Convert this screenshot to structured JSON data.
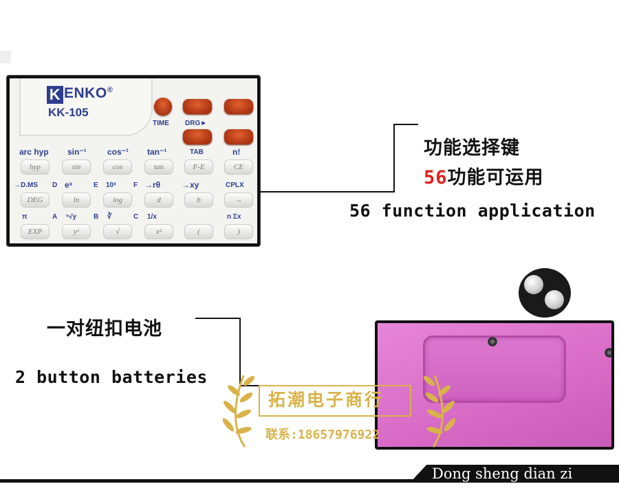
{
  "calculator": {
    "brand_letters": "ENKO",
    "brand_k": "K",
    "brand_reg": "®",
    "model": "KK-105",
    "orange_labels": {
      "time": "TIME",
      "drg": "DRG►"
    },
    "rows": [
      {
        "labels": [
          "arc hyp",
          "sin⁻¹",
          "cos⁻¹",
          "tan⁻¹",
          "TAB",
          "n!"
        ],
        "keys": [
          "hyp",
          "sin",
          "cos",
          "tan",
          "F-E",
          "CE"
        ]
      },
      {
        "labels": [
          "→D.MS",
          "D",
          "eˣ",
          "E",
          "10ˣ",
          "F",
          "→rθ",
          "→xy",
          "CPLX"
        ],
        "keys": [
          "DEG",
          "ln",
          "log",
          "d",
          "b",
          "→"
        ]
      },
      {
        "labels": [
          "π",
          "A",
          "ⁿ√y",
          "B",
          "∛",
          "C",
          "1/x",
          "",
          "n Σx"
        ],
        "keys": [
          "EXP",
          "yˣ",
          "√",
          "x²",
          "(",
          ")"
        ]
      }
    ]
  },
  "callout_top": {
    "title_line1": "功能选择键",
    "title_line2_number": "56",
    "title_line2_text": "功能可运用",
    "english": "56 function application"
  },
  "callout_bottom": {
    "title": "一对纽扣电池",
    "english": "2 button batteries"
  },
  "watermark": {
    "store_name": "拓潮电子商行",
    "contact": "联系:18657976922"
  },
  "footer": {
    "text": "Dong sheng dian zi"
  },
  "colors": {
    "brand_blue": "#2d3e8f",
    "accent_red": "#e0201c",
    "gold": "#d9b34a",
    "pink_case": "#d86ac6",
    "orange_key": "#c0441a"
  },
  "icons": [
    "laurel-left-icon",
    "laurel-right-icon",
    "screw-icon",
    "coin-cell-icon"
  ]
}
